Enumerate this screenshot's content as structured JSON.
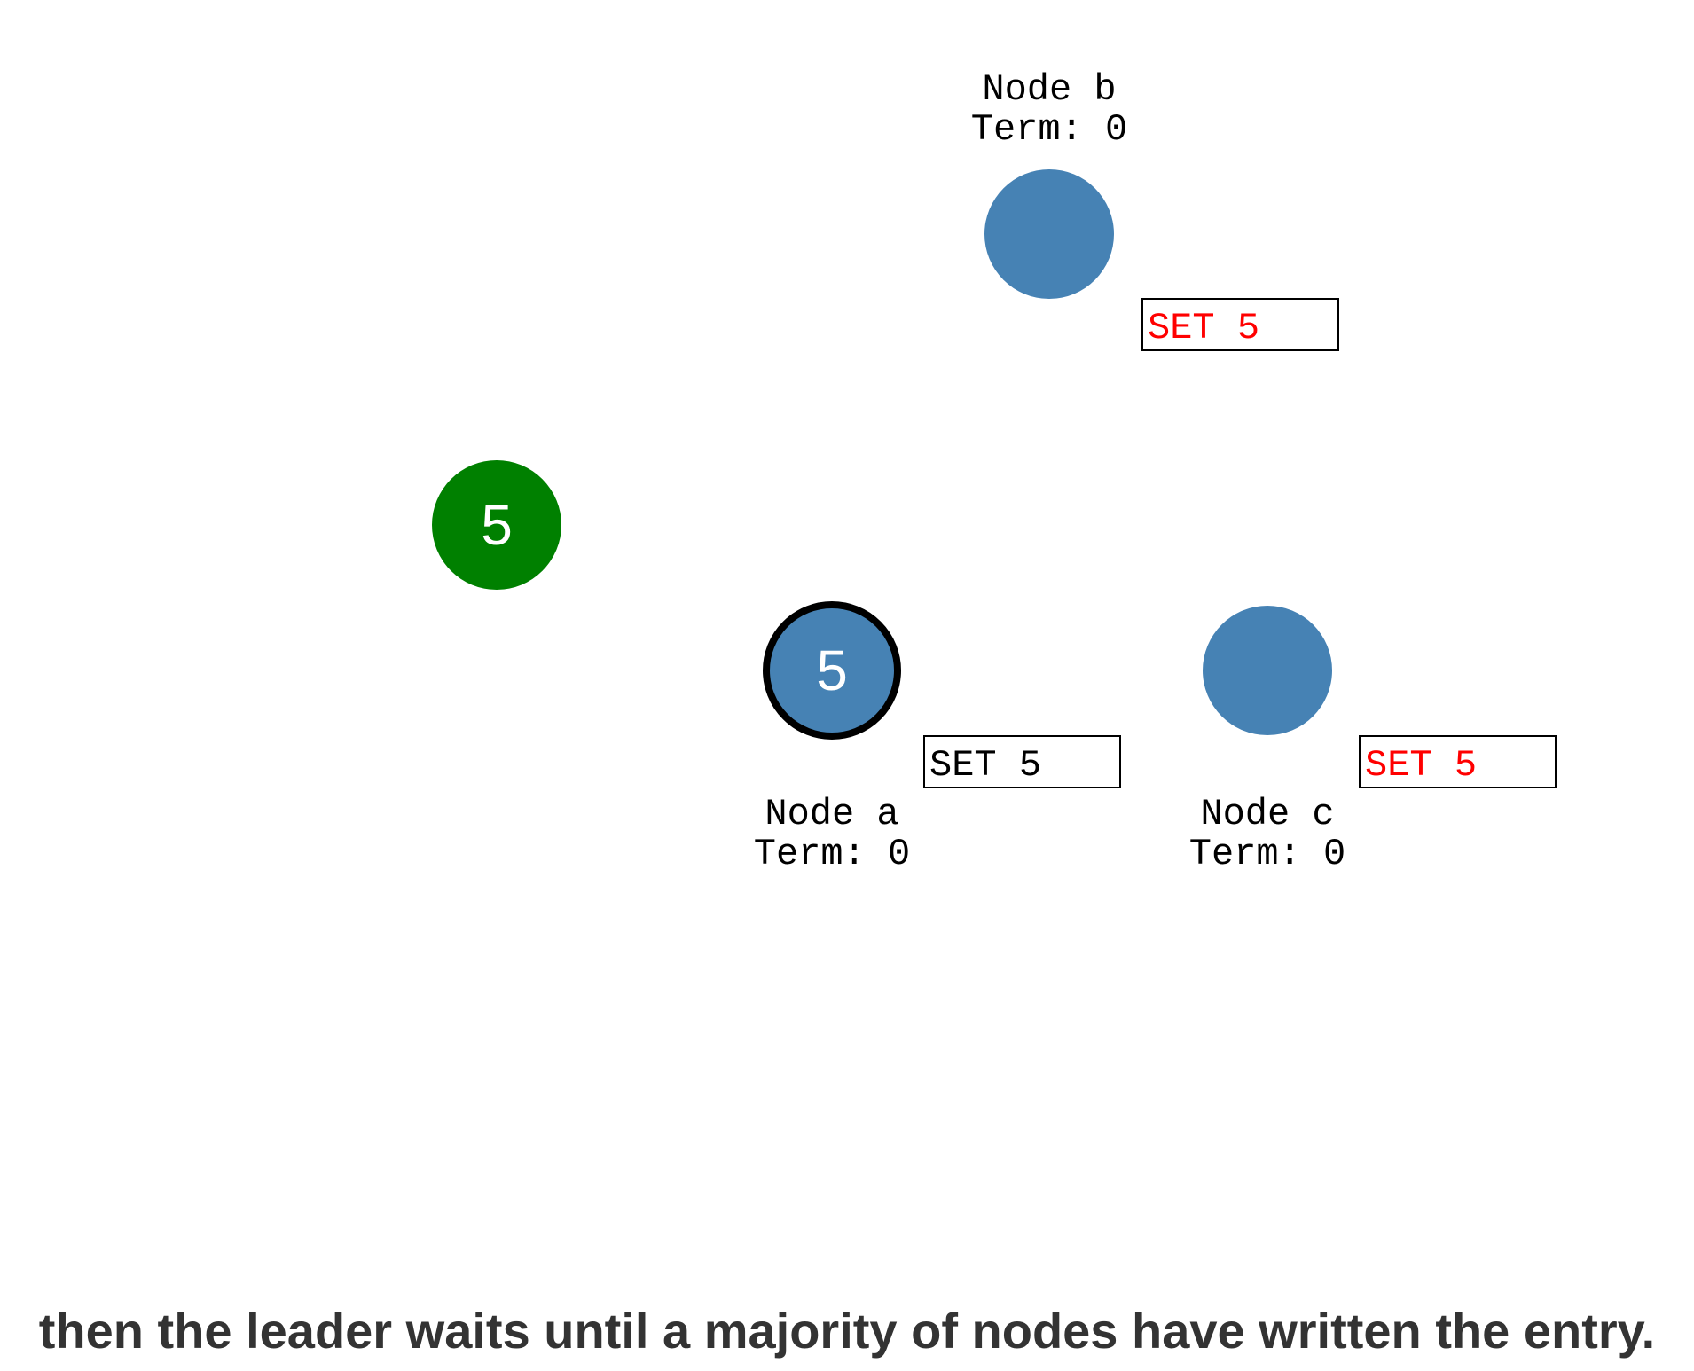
{
  "colors": {
    "node_fill": "#4682b4",
    "client_fill": "#008000",
    "leader_stroke": "#000000",
    "uncommitted_text": "#ff0000",
    "committed_text": "#000000",
    "caption_text": "#333333"
  },
  "client": {
    "value": "5"
  },
  "nodes": {
    "a": {
      "name": "Node a",
      "term": "Term: 0",
      "value": "5",
      "role": "leader",
      "log_entry": "SET 5",
      "log_state": "committed"
    },
    "b": {
      "name": "Node b",
      "term": "Term: 0",
      "value": "",
      "role": "follower",
      "log_entry": "SET 5",
      "log_state": "uncommitted"
    },
    "c": {
      "name": "Node c",
      "term": "Term: 0",
      "value": "",
      "role": "follower",
      "log_entry": "SET 5",
      "log_state": "uncommitted"
    }
  },
  "caption": "then the leader waits until a majority of nodes have written the entry."
}
